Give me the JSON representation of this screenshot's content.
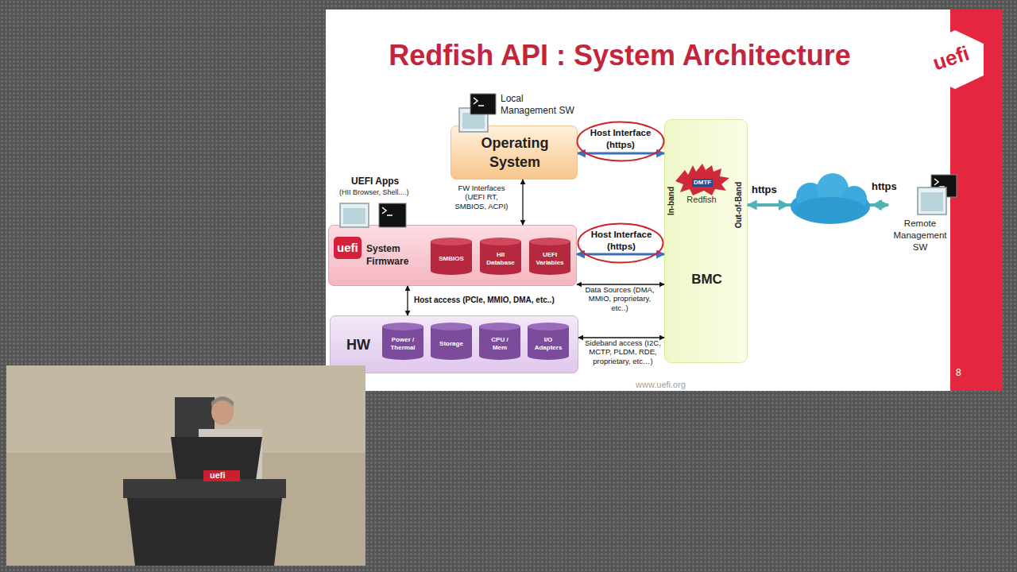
{
  "diagram": {
    "title": "Redfish API : System Architecture",
    "nodes": [
      {
        "text": [
          "Operating System"
        ]
      },
      {
        "text": [
          "Host Interface (https)"
        ]
      },
      {
        "text": [
          "In-band",
          "DMTF",
          "Redfish",
          "Out-of-Band",
          "BMC"
        ]
      },
      {
        "text": [
          "uefi",
          "System Firmware"
        ]
      },
      {
        "text": [
          "SMBIOS"
        ],
        "in": 3
      },
      {
        "text": [
          "HII Database"
        ],
        "in": 3
      },
      {
        "text": [
          "UEFI Variables"
        ],
        "in": 3
      },
      {
        "text": [
          "Host Interface (https)"
        ]
      },
      {
        "text": [
          "HW"
        ]
      },
      {
        "text": [
          "Power / Thermal"
        ],
        "in": 8
      },
      {
        "text": [
          "Storage"
        ],
        "in": 8
      },
      {
        "text": [
          "CPU / Mem"
        ],
        "in": 8
      },
      {
        "text": [
          "I/O Adapters"
        ],
        "in": 8
      },
      {
        "text": [
          "Remote Management SW"
        ]
      }
    ],
    "edges": [
      {
        "from": 0,
        "to": 2,
        "arrow": "both"
      },
      {
        "from": 0,
        "to": 3,
        "label": "FW Interfaces (UEFI RT, SMBIOS, ACPI)",
        "arrow": "both"
      },
      {
        "from": 3,
        "to": 2,
        "arrow": "both"
      },
      {
        "from": 3,
        "to": 8,
        "label": "Host access (PCIe, MMIO, DMA, etc..)",
        "arrow": "both"
      },
      {
        "from": 3,
        "to": 2,
        "label": "Data Sources (DMA, MMIO, proprietary, etc..)",
        "arrow": "both"
      },
      {
        "from": 8,
        "to": 2,
        "label": "Sideband access (I2C, MCTP, PLDM, RDE, proprietary, etc…)",
        "arrow": "both"
      },
      {
        "from": 2,
        "to": 13,
        "arrow": "both"
      }
    ],
    "labels": [
      "Local Management SW",
      "UEFI Apps",
      "(HII Browser, Shell....)",
      "https",
      "https",
      "www.uefi.org",
      "8",
      "uefi",
      "uefi"
    ]
  }
}
